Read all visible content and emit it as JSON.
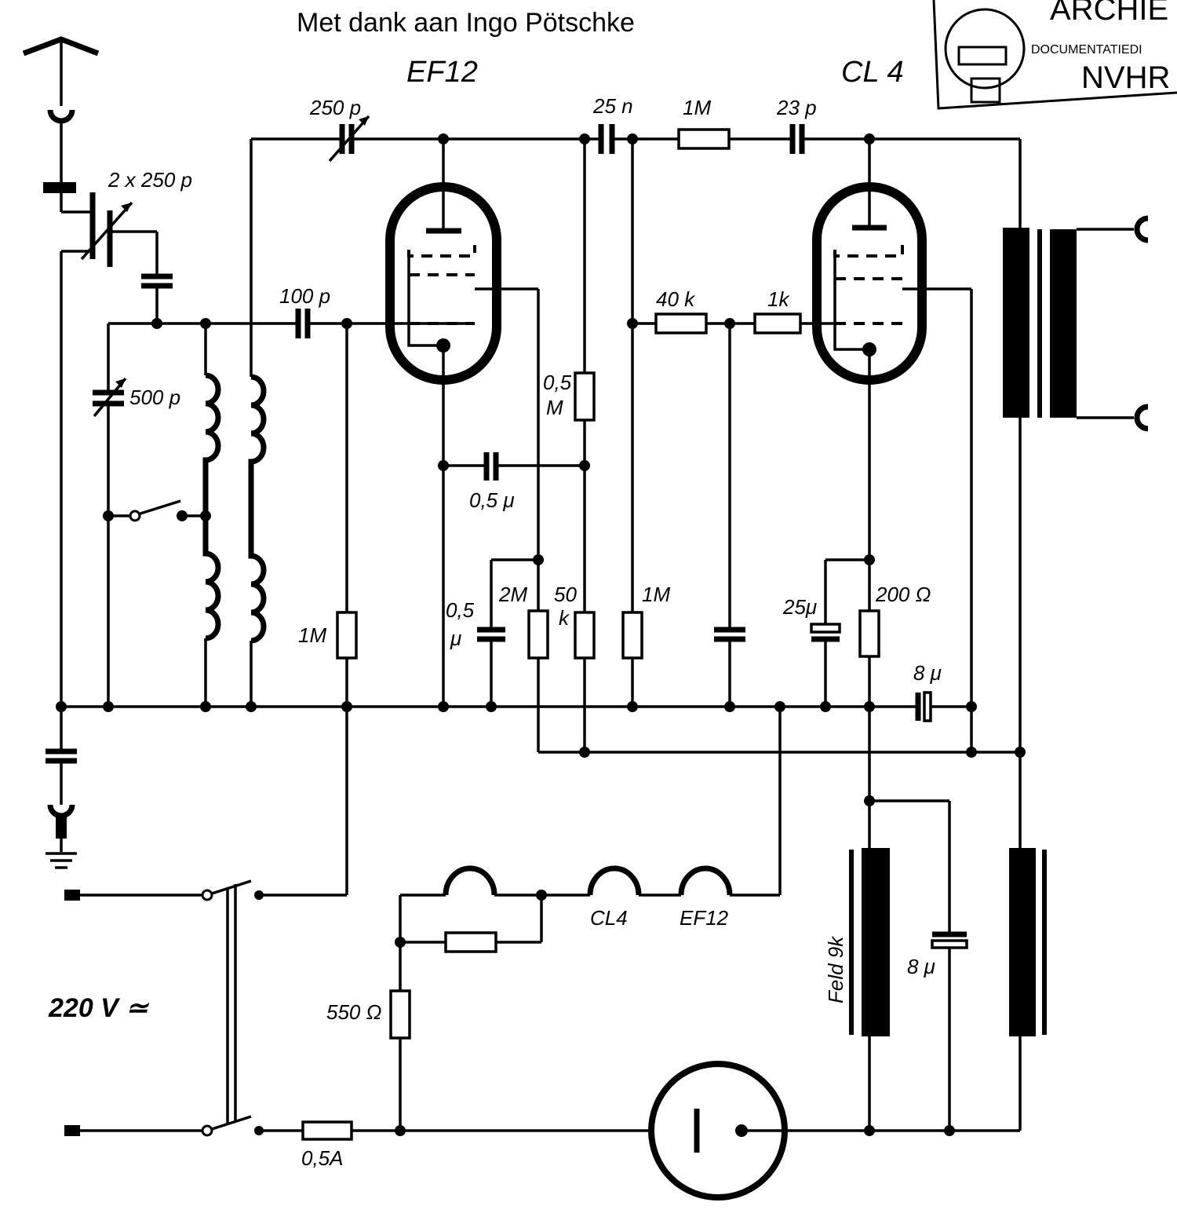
{
  "header": {
    "credit": "Met dank aan Ingo Pötschke"
  },
  "stamp": {
    "line1": "ARCHIE",
    "line2": "DOCUMENTATIEDI",
    "line3": "NVHR"
  },
  "tubes": {
    "v1": "EF12",
    "v2": "CL 4"
  },
  "components": {
    "c_antenna_tuning": "2 x 250 p",
    "c_reaction": "250 p",
    "c_coupling_cl4": "25 n",
    "r_series": "1M",
    "c_output": "23 p",
    "c_tuning": "500 p",
    "c_grid": "100 p",
    "r_screen_a": "0,5",
    "r_screen_b": "M",
    "c_screen": "0,5 μ",
    "r_grid_leak_cl4_a": "40 k",
    "r_grid_stop_cl4": "1k",
    "r_grid_leak_ef12": "1M",
    "c_cathode_a": "0,5",
    "c_cathode_b": "μ",
    "r_anode_ef12": "2M",
    "r_divider_a": "50",
    "r_divider_b": "k",
    "r_cl4_grid": "1M",
    "c_cl4_cathode": "25μ",
    "r_cl4_cathode": "200 Ω",
    "c_filter_1": "8 μ",
    "heater_cl4": "CL4",
    "heater_ef12": "EF12",
    "r_heater": "550 Ω",
    "field_coil": "Feld 9k",
    "c_filter_2": "8 μ",
    "fuse": "0,5A",
    "mains": "220 V ≃"
  }
}
